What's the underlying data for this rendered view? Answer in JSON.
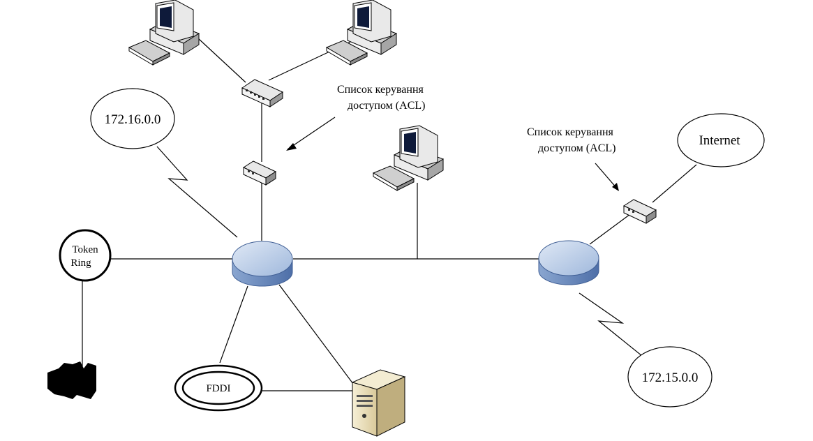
{
  "networks": {
    "left": "172.16.0.0",
    "right": "172.15.0.0",
    "internet": "Internet"
  },
  "token_ring": {
    "line1": "Token",
    "line2": "Ring"
  },
  "fddi": "FDDI",
  "acl_left": {
    "line1": "Список керування",
    "line2": "доступом (ACL)"
  },
  "acl_right": {
    "line1": "Список керування",
    "line2": "доступом (ACL)"
  },
  "colors": {
    "router_top": "#c5d6ec",
    "router_side": "#6f8fc2",
    "server_body": "#efe4c4",
    "pc_body": "#e6e6e6",
    "line": "#000000"
  }
}
